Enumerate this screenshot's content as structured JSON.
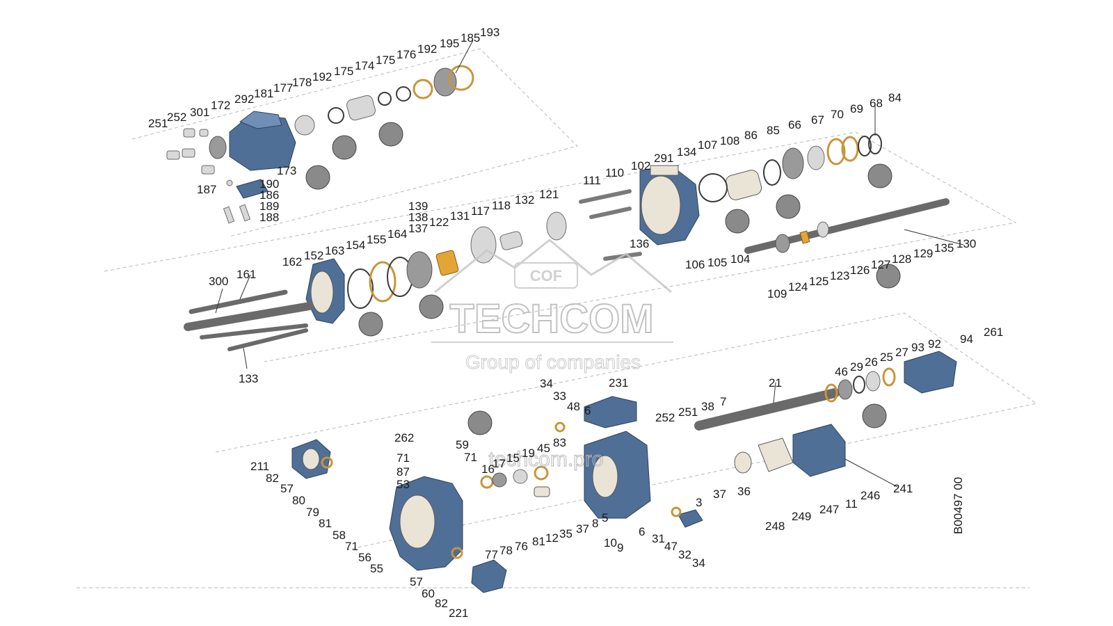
{
  "watermark": {
    "brand": "TECHCOM",
    "tagline": "Group of companies",
    "url": "techcom.pro",
    "badge_text": "COF"
  },
  "drawing_code": "B00497 00",
  "callouts": {
    "top_group": [
      "251",
      "252",
      "301",
      "172",
      "292",
      "181",
      "177",
      "178",
      "192",
      "175",
      "174",
      "175",
      "176",
      "192",
      "195",
      "185",
      "193",
      "173",
      "190",
      "187",
      "186",
      "189",
      "188"
    ],
    "middle_group": [
      "111",
      "110",
      "102",
      "291",
      "134",
      "107",
      "108",
      "86",
      "85",
      "66",
      "67",
      "70",
      "69",
      "68",
      "84",
      "136",
      "106",
      "105",
      "104",
      "109",
      "124",
      "125",
      "123",
      "126",
      "127",
      "128",
      "129",
      "135",
      "130",
      "300",
      "161",
      "162",
      "152",
      "163",
      "154",
      "155",
      "164",
      "137",
      "138",
      "139",
      "122",
      "131",
      "117",
      "118",
      "132",
      "121",
      "133"
    ],
    "bottom_group": [
      "211",
      "82",
      "57",
      "80",
      "79",
      "81",
      "58",
      "71",
      "56",
      "55",
      "262",
      "71",
      "87",
      "53",
      "59",
      "71",
      "16",
      "17",
      "15",
      "19",
      "45",
      "83",
      "48",
      "6",
      "33",
      "34",
      "231",
      "252",
      "251",
      "38",
      "7",
      "21",
      "46",
      "29",
      "26",
      "25",
      "27",
      "93",
      "92",
      "94",
      "261",
      "36",
      "37",
      "3",
      "5",
      "8",
      "37",
      "35",
      "12",
      "81",
      "76",
      "78",
      "77",
      "60",
      "82",
      "57",
      "221",
      "10",
      "9",
      "6",
      "31",
      "47",
      "32",
      "34",
      "248",
      "249",
      "247",
      "11",
      "246",
      "241"
    ]
  },
  "colors": {
    "housing": "#4f6f96",
    "housing_light": "#6f8fb6",
    "bronze_ring": "#c9953a",
    "bearing_gold": "#e3a536",
    "watermark": "#c8c8c8"
  }
}
